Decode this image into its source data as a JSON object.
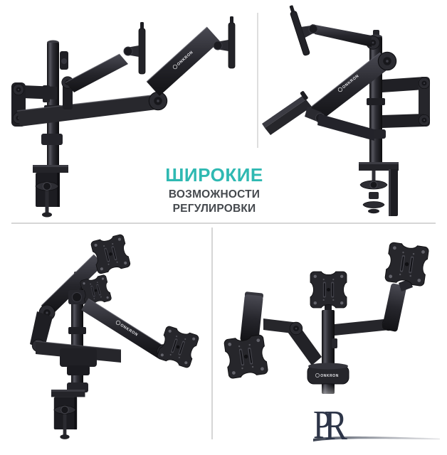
{
  "headline": {
    "line1": "ШИРОКИЕ",
    "line2": "ВОЗМОЖНОСТИ",
    "line3": "РЕГУЛИРОВКИ"
  },
  "brand": {
    "name": "ONKRON"
  },
  "watermark": {
    "letter_p": "P",
    "letter_r": "R"
  },
  "colors": {
    "accent": "#2fb9b2",
    "text": "#45494e",
    "divider": "#d6d6d6",
    "watermark": "#2d3548",
    "metal_dark": "#1b1b1f",
    "metal_mid": "#2c2c31",
    "metal_light": "#4a4a52"
  }
}
